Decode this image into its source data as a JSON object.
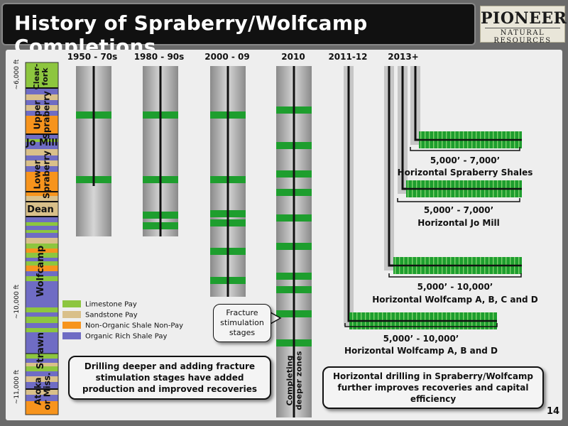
{
  "title": "History of Spraberry/Wolfcamp Completions",
  "logo": {
    "main": "PIONEER",
    "sub": "NATURAL RESOURCES"
  },
  "depth_labels": [
    "~6,000 ft",
    "~10,000 ft",
    "~11,000 ft"
  ],
  "formations": [
    "Clear-fork",
    "Upper Spraberry",
    "Jo Mill",
    "Lower Spraberry",
    "Dean",
    "Wolfcamp",
    "Strawn",
    "Atoka or Miss."
  ],
  "legend": [
    {
      "label": "Limestone Pay",
      "color": "#8dc63f"
    },
    {
      "label": "Sandstone Pay",
      "color": "#d9c08a"
    },
    {
      "label": "Non-Organic Shale Non-Pay",
      "color": "#f7941d"
    },
    {
      "label": "Organic Rich Shale Pay",
      "color": "#6f6cc4"
    }
  ],
  "eras": [
    "1950 - 70s",
    "1980 - 90s",
    "2000 - 09",
    "2010",
    "2011-12",
    "2013+"
  ],
  "fracture_callout": "Fracture stimulation stages",
  "deeper_zones_label": "Completing deeper zones",
  "laterals": [
    {
      "range": "5,000’ - 7,000’",
      "name": "Horizontal Spraberry Shales"
    },
    {
      "range": "5,000’ - 7,000’",
      "name": "Horizontal  Jo Mill"
    },
    {
      "range": "5,000’ - 10,000’",
      "name": "Horizontal Wolfcamp A, B, C and D"
    },
    {
      "range": "5,000’ - 10,000’",
      "name": "Horizontal Wolfcamp A, B and D"
    }
  ],
  "callouts": {
    "drilling_deeper": "Drilling deeper and adding fracture stimulation stages have added production and improved recoveries",
    "horizontal": "Horizontal drilling in Spraberry/Wolfcamp further improves recoveries and capital efficiency"
  },
  "page_number": "14",
  "colors": {
    "stage_green": "#1e9e2e",
    "wellbore": "#111111",
    "casing_gray": "#b8b8b8"
  }
}
